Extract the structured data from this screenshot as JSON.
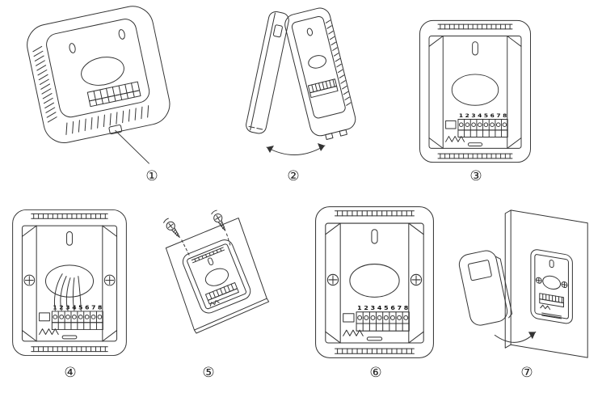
{
  "ink": "#333333",
  "labels": {
    "step1": "①",
    "step2": "②",
    "step3": "③",
    "step4": "④",
    "step5": "⑤",
    "step6": "⑥",
    "step7": "⑦"
  },
  "terminals": {
    "row": "1 2 3 4 5 6 7 8"
  }
}
